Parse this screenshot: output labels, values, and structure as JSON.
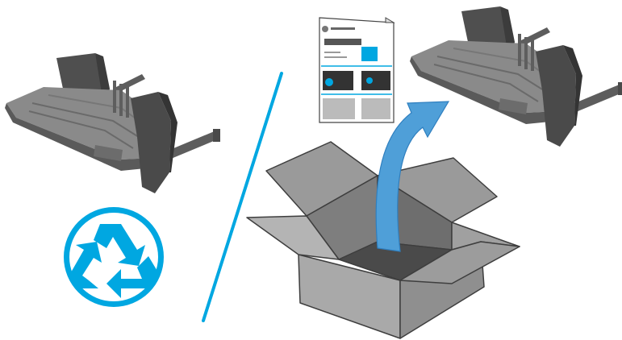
{
  "figure": {
    "left_panel": {
      "item": "output-tray-accessory",
      "disposal_icon": "recycle-icon"
    },
    "right_panel": {
      "item": "output-tray-accessory",
      "document": "installation-guide-sheet",
      "container": "shipping-box",
      "direction_icon": "curved-arrow-icon"
    },
    "colors": {
      "accent_blue": "#00a7e1",
      "arrow_blue": "#4f9fd8",
      "tray_dark": "#4a4a4a",
      "tray_mid": "#6b6b6b",
      "tray_light": "#8c8c8c",
      "box_outer": "#a6a6a6",
      "box_inner": "#8a8a8a",
      "box_dark": "#5a5a5a"
    }
  }
}
